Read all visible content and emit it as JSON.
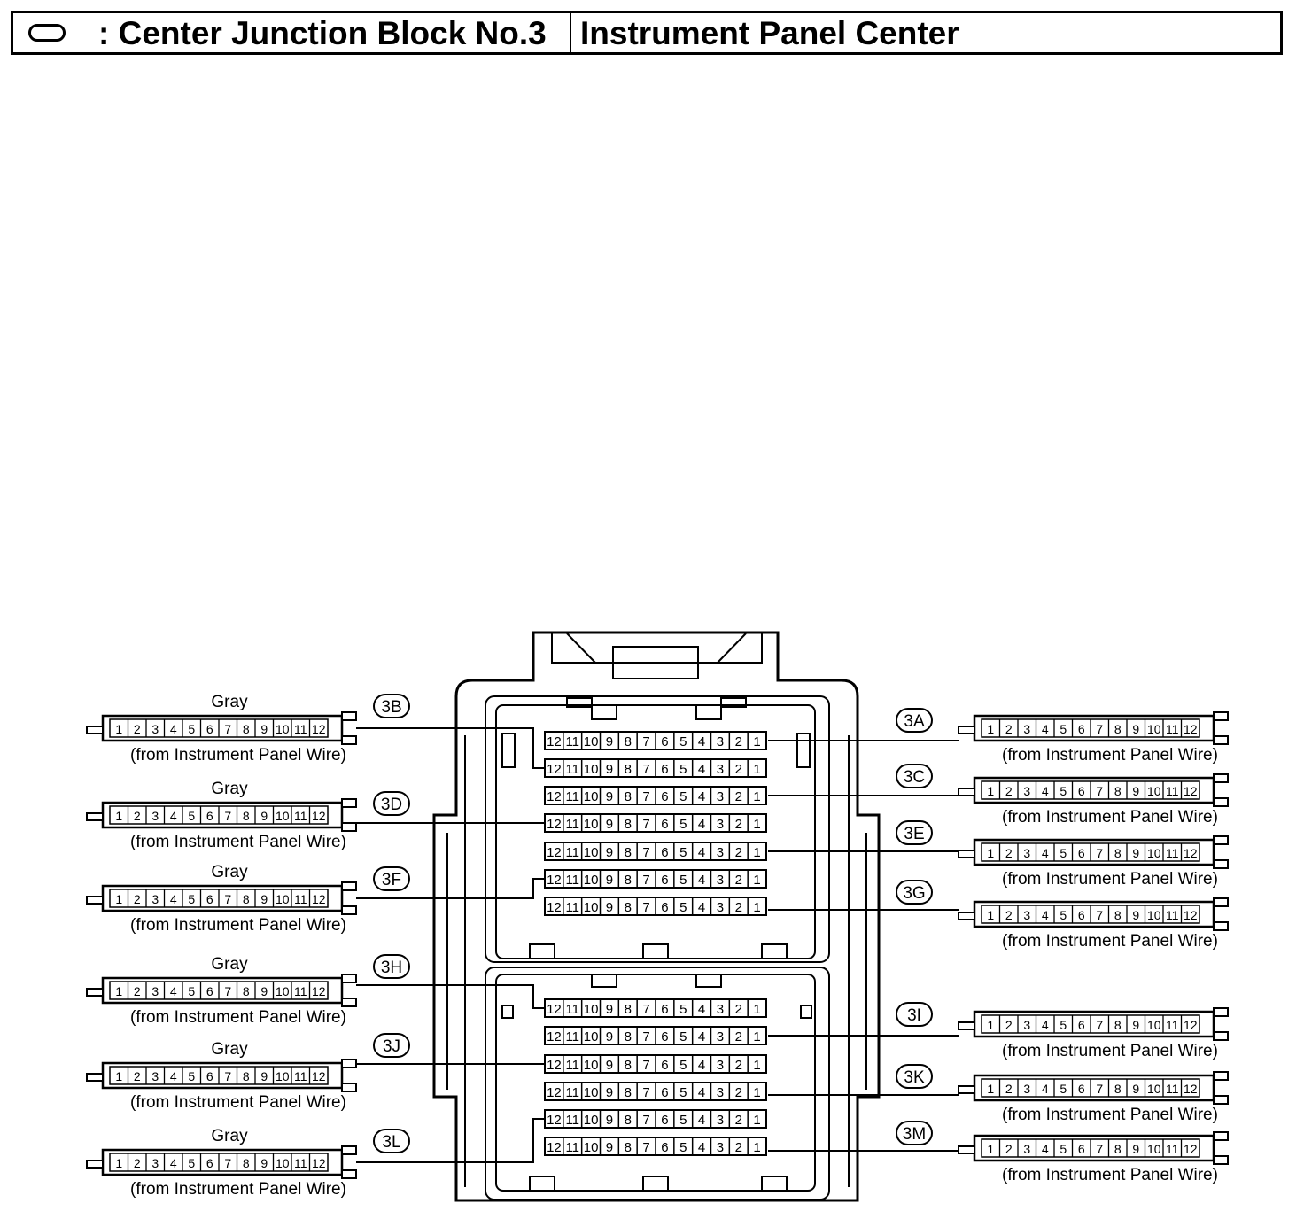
{
  "header": {
    "title": ": Center Junction Block No.3",
    "location": "Instrument Panel Center"
  },
  "block_rows": {
    "upper": [
      [
        "12",
        "11",
        "10",
        "9",
        "8",
        "7",
        "6",
        "5",
        "4",
        "3",
        "2",
        "1"
      ],
      [
        "12",
        "11",
        "10",
        "9",
        "8",
        "7",
        "6",
        "5",
        "4",
        "3",
        "2",
        "1"
      ],
      [
        "12",
        "11",
        "10",
        "9",
        "8",
        "7",
        "6",
        "5",
        "4",
        "3",
        "2",
        "1"
      ],
      [
        "12",
        "11",
        "10",
        "9",
        "8",
        "7",
        "6",
        "5",
        "4",
        "3",
        "2",
        "1"
      ],
      [
        "12",
        "11",
        "10",
        "9",
        "8",
        "7",
        "6",
        "5",
        "4",
        "3",
        "2",
        "1"
      ],
      [
        "12",
        "11",
        "10",
        "9",
        "8",
        "7",
        "6",
        "5",
        "4",
        "3",
        "2",
        "1"
      ],
      [
        "12",
        "11",
        "10",
        "9",
        "8",
        "7",
        "6",
        "5",
        "4",
        "3",
        "2",
        "1"
      ]
    ],
    "lower": [
      [
        "12",
        "11",
        "10",
        "9",
        "8",
        "7",
        "6",
        "5",
        "4",
        "3",
        "2",
        "1"
      ],
      [
        "12",
        "11",
        "10",
        "9",
        "8",
        "7",
        "6",
        "5",
        "4",
        "3",
        "2",
        "1"
      ],
      [
        "12",
        "11",
        "10",
        "9",
        "8",
        "7",
        "6",
        "5",
        "4",
        "3",
        "2",
        "1"
      ],
      [
        "12",
        "11",
        "10",
        "9",
        "8",
        "7",
        "6",
        "5",
        "4",
        "3",
        "2",
        "1"
      ],
      [
        "12",
        "11",
        "10",
        "9",
        "8",
        "7",
        "6",
        "5",
        "4",
        "3",
        "2",
        "1"
      ],
      [
        "12",
        "11",
        "10",
        "9",
        "8",
        "7",
        "6",
        "5",
        "4",
        "3",
        "2",
        "1"
      ]
    ]
  },
  "connectors": [
    {
      "id": "3A",
      "side": "right",
      "color_label": "",
      "pins": [
        "1",
        "2",
        "3",
        "4",
        "5",
        "6",
        "7",
        "8",
        "9",
        "10",
        "11",
        "12"
      ],
      "caption": "(from Instrument Panel Wire)"
    },
    {
      "id": "3B",
      "side": "left",
      "color_label": "Gray",
      "pins": [
        "1",
        "2",
        "3",
        "4",
        "5",
        "6",
        "7",
        "8",
        "9",
        "10",
        "11",
        "12"
      ],
      "caption": "(from Instrument Panel Wire)"
    },
    {
      "id": "3C",
      "side": "right",
      "color_label": "",
      "pins": [
        "1",
        "2",
        "3",
        "4",
        "5",
        "6",
        "7",
        "8",
        "9",
        "10",
        "11",
        "12"
      ],
      "caption": "(from Instrument Panel Wire)"
    },
    {
      "id": "3D",
      "side": "left",
      "color_label": "Gray",
      "pins": [
        "1",
        "2",
        "3",
        "4",
        "5",
        "6",
        "7",
        "8",
        "9",
        "10",
        "11",
        "12"
      ],
      "caption": "(from Instrument Panel Wire)"
    },
    {
      "id": "3E",
      "side": "right",
      "color_label": "",
      "pins": [
        "1",
        "2",
        "3",
        "4",
        "5",
        "6",
        "7",
        "8",
        "9",
        "10",
        "11",
        "12"
      ],
      "caption": "(from Instrument Panel Wire)"
    },
    {
      "id": "3F",
      "side": "left",
      "color_label": "Gray",
      "pins": [
        "1",
        "2",
        "3",
        "4",
        "5",
        "6",
        "7",
        "8",
        "9",
        "10",
        "11",
        "12"
      ],
      "caption": "(from Instrument Panel Wire)"
    },
    {
      "id": "3G",
      "side": "right",
      "color_label": "",
      "pins": [
        "1",
        "2",
        "3",
        "4",
        "5",
        "6",
        "7",
        "8",
        "9",
        "10",
        "11",
        "12"
      ],
      "caption": "(from Instrument Panel Wire)"
    },
    {
      "id": "3H",
      "side": "left",
      "color_label": "Gray",
      "pins": [
        "1",
        "2",
        "3",
        "4",
        "5",
        "6",
        "7",
        "8",
        "9",
        "10",
        "11",
        "12"
      ],
      "caption": "(from Instrument Panel Wire)"
    },
    {
      "id": "3I",
      "side": "right",
      "color_label": "",
      "pins": [
        "1",
        "2",
        "3",
        "4",
        "5",
        "6",
        "7",
        "8",
        "9",
        "10",
        "11",
        "12"
      ],
      "caption": "(from Instrument Panel Wire)"
    },
    {
      "id": "3J",
      "side": "left",
      "color_label": "Gray",
      "pins": [
        "1",
        "2",
        "3",
        "4",
        "5",
        "6",
        "7",
        "8",
        "9",
        "10",
        "11",
        "12"
      ],
      "caption": "(from Instrument Panel Wire)"
    },
    {
      "id": "3K",
      "side": "right",
      "color_label": "",
      "pins": [
        "1",
        "2",
        "3",
        "4",
        "5",
        "6",
        "7",
        "8",
        "9",
        "10",
        "11",
        "12"
      ],
      "caption": "(from Instrument Panel Wire)"
    },
    {
      "id": "3L",
      "side": "left",
      "color_label": "Gray",
      "pins": [
        "1",
        "2",
        "3",
        "4",
        "5",
        "6",
        "7",
        "8",
        "9",
        "10",
        "11",
        "12"
      ],
      "caption": "(from Instrument Panel Wire)"
    },
    {
      "id": "3M",
      "side": "right",
      "color_label": "",
      "pins": [
        "1",
        "2",
        "3",
        "4",
        "5",
        "6",
        "7",
        "8",
        "9",
        "10",
        "11",
        "12"
      ],
      "caption": "(from Instrument Panel Wire)"
    }
  ]
}
